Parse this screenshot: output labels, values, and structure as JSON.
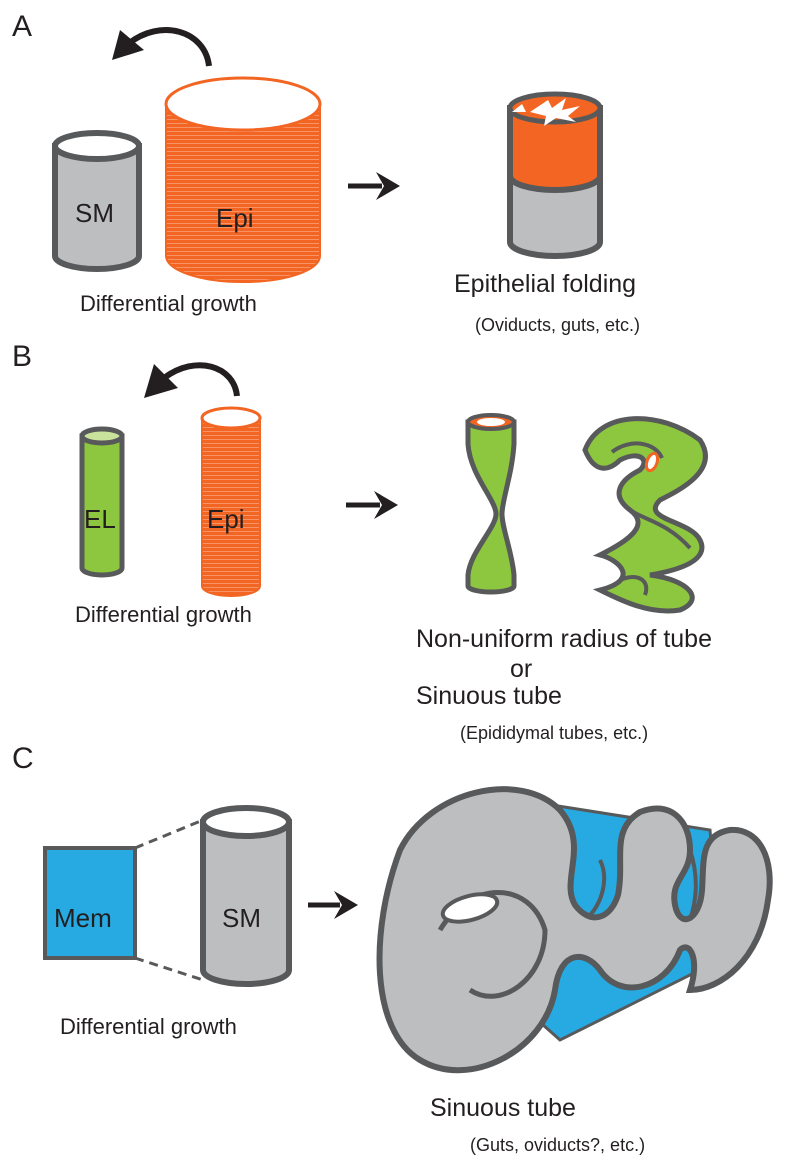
{
  "colors": {
    "epithelium": "#f26522",
    "smooth_muscle": "#bcbec0",
    "elastic_layer": "#8dc63f",
    "mesentery": "#27aae1",
    "outline": "#58595b",
    "arrow": "#231f20"
  },
  "panelA": {
    "letter": "A",
    "left_cylinder": "SM",
    "right_cylinder": "Epi",
    "caption": "Differential growth",
    "result_title": "Epithelial folding",
    "result_examples": "(Oviducts, guts, etc.)"
  },
  "panelB": {
    "letter": "B",
    "left_cylinder": "EL",
    "right_cylinder": "Epi",
    "caption": "Differential growth",
    "result_line1": "Non-uniform radius of tube",
    "result_line2": "or",
    "result_line3": "Sinuous tube",
    "result_examples": "(Epididymal tubes, etc.)"
  },
  "panelC": {
    "letter": "C",
    "sheet_label": "Mem",
    "cylinder_label": "SM",
    "caption": "Differential growth",
    "result_title": "Sinuous tube",
    "result_examples": "(Guts, oviducts?, etc.)"
  }
}
